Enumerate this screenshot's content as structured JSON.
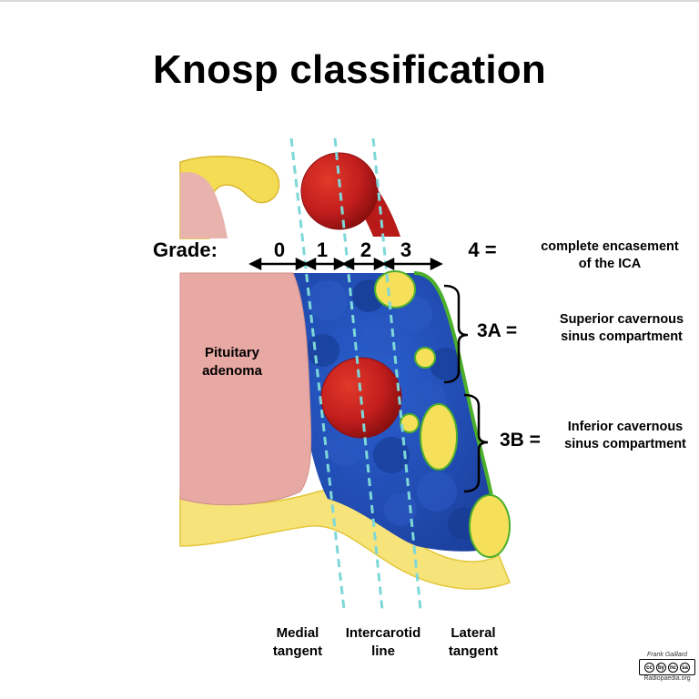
{
  "title": "Knosp classification",
  "grade_label": "Grade:",
  "grades": [
    "0",
    "1",
    "2",
    "3",
    "4 ="
  ],
  "grade4_description": [
    "complete encasement",
    "of the ICA"
  ],
  "tumor_label": [
    "Pituitary",
    "adenoma"
  ],
  "subgrades": [
    {
      "label": "3A =",
      "description": [
        "Superior cavernous",
        "sinus compartment"
      ]
    },
    {
      "label": "3B =",
      "description": [
        "Inferior cavernous",
        "sinus compartment"
      ]
    }
  ],
  "bottom_labels": [
    [
      "Medial",
      "tangent"
    ],
    [
      "Intercarotid",
      "line"
    ],
    [
      "Lateral",
      "tangent"
    ]
  ],
  "credit": {
    "author": "Frank Gaillard",
    "license_icons": [
      "cc",
      "by",
      "nc",
      "sa"
    ],
    "site": "Radiopaedia.org"
  },
  "colors": {
    "tumor": "#e8a8a3",
    "sinus_blue": "#1b44a8",
    "artery_red": "#c41e1e",
    "nerve_yellow": "#f6e05a",
    "dura_green": "#4caf2c",
    "tangent_lines": "#7ed8d8"
  }
}
